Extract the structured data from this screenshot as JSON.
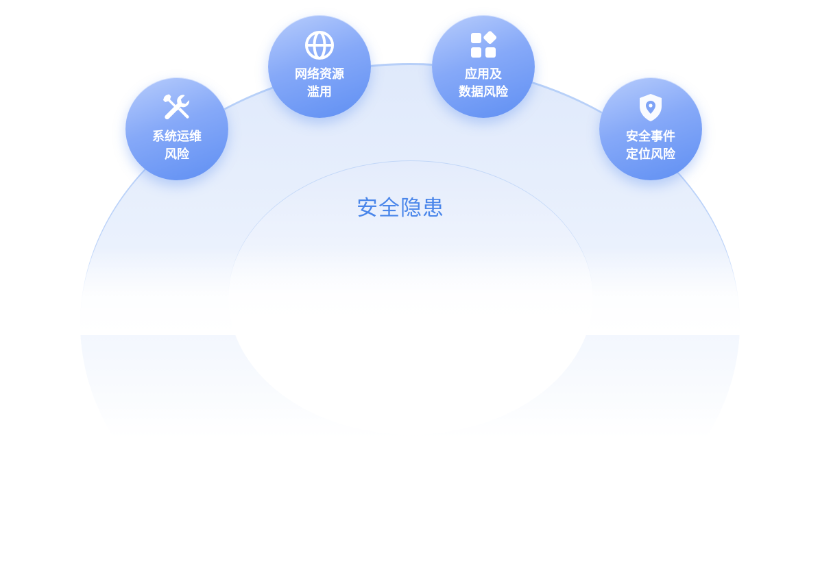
{
  "center": {
    "label": "安全隐患"
  },
  "nodes": [
    {
      "id": "ops",
      "icon": "tools-icon",
      "line1": "系统运维",
      "line2": "风险"
    },
    {
      "id": "net",
      "icon": "globe-icon",
      "line1": "网络资源",
      "line2": "滥用"
    },
    {
      "id": "app",
      "icon": "apps-grid-icon",
      "line1": "应用及",
      "line2": "数据风险"
    },
    {
      "id": "sec",
      "icon": "shield-location-icon",
      "line1": "安全事件",
      "line2": "定位风险"
    }
  ],
  "colors": {
    "accent": "#4a86ea",
    "node_top": "#b8cdfc",
    "node_bottom": "#5f8ff3",
    "dome": "#e4ecfc"
  }
}
